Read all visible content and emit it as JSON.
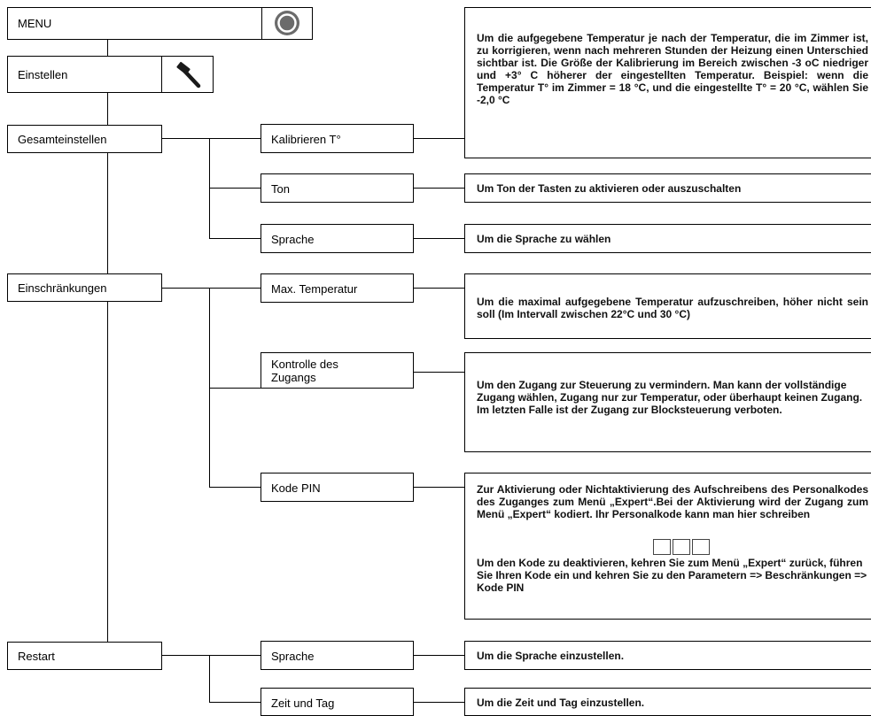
{
  "menu": {
    "title": "MENU",
    "icon": "power-circle-icon"
  },
  "settings": {
    "title": "Einstellen",
    "icon": "wrench-icon"
  },
  "groups": {
    "general": "Gesamteinstellen",
    "restrictions": "Einschränkungen",
    "restart": "Restart"
  },
  "items": {
    "calibrate": "Kalibrieren T°",
    "sound": "Ton",
    "language": "Sprache",
    "max_temp": "Max. Temperatur",
    "access_line1": "Kontrolle des",
    "access_line2": "Zugangs",
    "pin": "Kode PIN",
    "restart_language": "Sprache",
    "time_day": "Zeit und Tag"
  },
  "descriptions": {
    "calibrate": "Um die aufgegebene Temperatur je nach der Temperatur, die im Zimmer ist, zu korrigieren, wenn nach mehreren Stunden der Heizung einen Unterschied sichtbar ist. Die Größe der Kalibrierung im Bereich zwischen -3 oC niedriger und +3° C höherer der eingestellten Temperatur. Beispiel: wenn die Temperatur T° im Zimmer = 18 °C, und die eingestellte T° = 20 °C, wählen Sie -2,0 °C",
    "sound": "Um Ton der Tasten zu aktivieren oder auszuschalten",
    "language": "Um die Sprache zu wählen",
    "max_temp": "Um die maximal aufgegebene Temperatur aufzuschreiben, höher nicht sein soll (Im Intervall zwischen 22°C und 30 °C)",
    "access": "Um den Zugang zur Steuerung zu vermindern. Man kann der vollständige Zugang wählen, Zugang nur zur Temperatur, oder überhaupt keinen Zugang. Im letzten Falle ist der Zugang zur Blocksteuerung verboten.",
    "pin_part1": "Zur Aktivierung oder Nichtaktivierung des Aufschreibens des Personalkodes des Zuganges zum Menü „Expert“.Bei der Aktivierung wird der Zugang zum Menü „Expert“ kodiert. Ihr Personalkode kann man hier schreiben",
    "pin_part2": "Um den Kode zu deaktivieren, kehren Sie zum Menü „Expert“ zurück, führen Sie Ihren Kode ein und kehren Sie zu den Parametern => Beschränkungen => Kode PIN",
    "restart_language": "Um die Sprache einzustellen.",
    "time_day": "Um die Zeit und Tag einzustellen."
  }
}
